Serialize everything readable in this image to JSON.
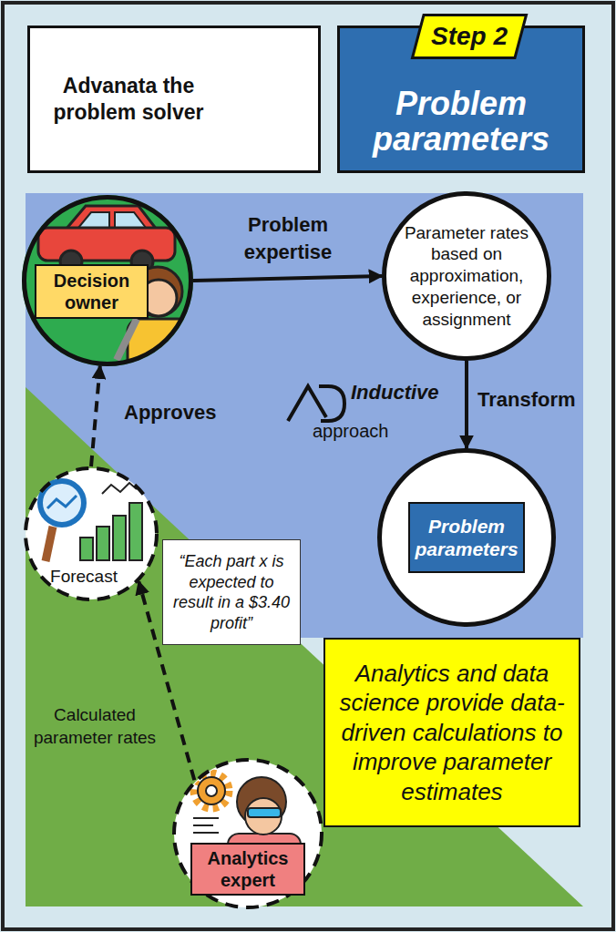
{
  "diagram": {
    "nodes": [
      {
        "text": [
          "Advanata the problem solver"
        ]
      },
      {
        "text": [
          "Problem parameters"
        ]
      },
      {
        "text": [
          "Step 2"
        ],
        "in": 1
      },
      {
        "text": [
          "Decision owner"
        ]
      },
      {
        "text": [
          "Parameter rates based on approximation, experience, or assignment"
        ]
      },
      {
        "text": [
          "Problem parameters"
        ]
      },
      {
        "text": [
          "Forecast"
        ]
      },
      {
        "text": [
          "“Each part x is expected to result in a $3.40 profit”"
        ]
      },
      {
        "text": [
          "Analytics expert"
        ]
      },
      {
        "text": [
          "Analytics and data science provide data-driven calculations to improve parameter estimates"
        ]
      }
    ],
    "edges": [
      {
        "from": 3,
        "to": 4,
        "arrow": "to",
        "label": "Problem expertise"
      },
      {
        "from": 4,
        "to": 5,
        "arrow": "to",
        "label": "Transform"
      },
      {
        "from": 8,
        "to": 6,
        "arrow": "to",
        "label": "Calculated parameter rates"
      },
      {
        "from": 6,
        "to": 3,
        "arrow": "to",
        "label": "Approves"
      }
    ],
    "labels": [
      "Inductive",
      "approach"
    ]
  }
}
